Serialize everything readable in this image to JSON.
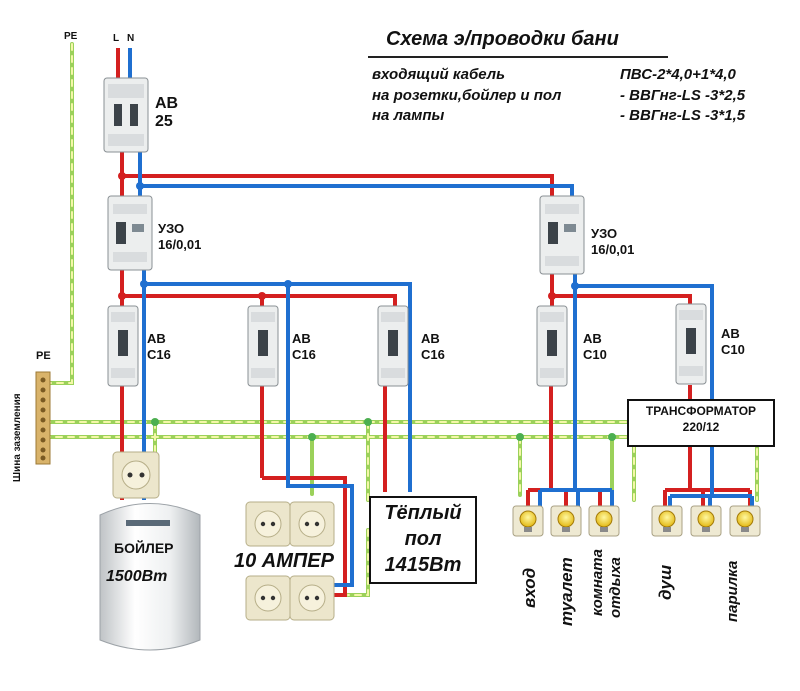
{
  "title": "Схема э/проводки бани",
  "cables": [
    {
      "label": "входящий кабель",
      "spec": "ПВС-2*4,0+1*4,0"
    },
    {
      "label": "на розетки,бойлер и пол",
      "spec": "- ВВГнг-LS -3*2,5"
    },
    {
      "label": "на лампы",
      "spec": "- ВВГнг-LS -3*1,5"
    }
  ],
  "supply": {
    "pe": "PE",
    "l": "L",
    "n": "N"
  },
  "main_breaker": {
    "line1": "АВ",
    "line2": "25"
  },
  "rcd_1": {
    "line1": "УЗО",
    "line2": "16/0,01"
  },
  "rcd_2": {
    "line1": "УЗО",
    "line2": "16/0,01"
  },
  "breakers": [
    {
      "line1": "АВ",
      "line2": "С16"
    },
    {
      "line1": "АВ",
      "line2": "С16"
    },
    {
      "line1": "АВ",
      "line2": "С16"
    },
    {
      "line1": "АВ",
      "line2": "С10"
    },
    {
      "line1": "АВ",
      "line2": "С10"
    }
  ],
  "ground_bus": {
    "pe": "PE",
    "label": "Шина заземления"
  },
  "transformer": {
    "line1": "ТРАНСФОРМАТОР",
    "line2": "220/12"
  },
  "loads": {
    "boiler": {
      "name": "БОЙЛЕР",
      "power": "1500Вт"
    },
    "sockets": "10 АМПЕР",
    "floor": {
      "line1": "Тёплый",
      "line2": "пол",
      "line3": "1415Вт"
    },
    "lamps": [
      "вход",
      "туалет",
      "комната",
      "отдыха",
      "душ",
      "парилка"
    ]
  },
  "colors": {
    "phase": "#d42020",
    "neutral": "#1f6fd0",
    "pe": "#9bd15a",
    "pe_dash": "#f4f7a8"
  }
}
